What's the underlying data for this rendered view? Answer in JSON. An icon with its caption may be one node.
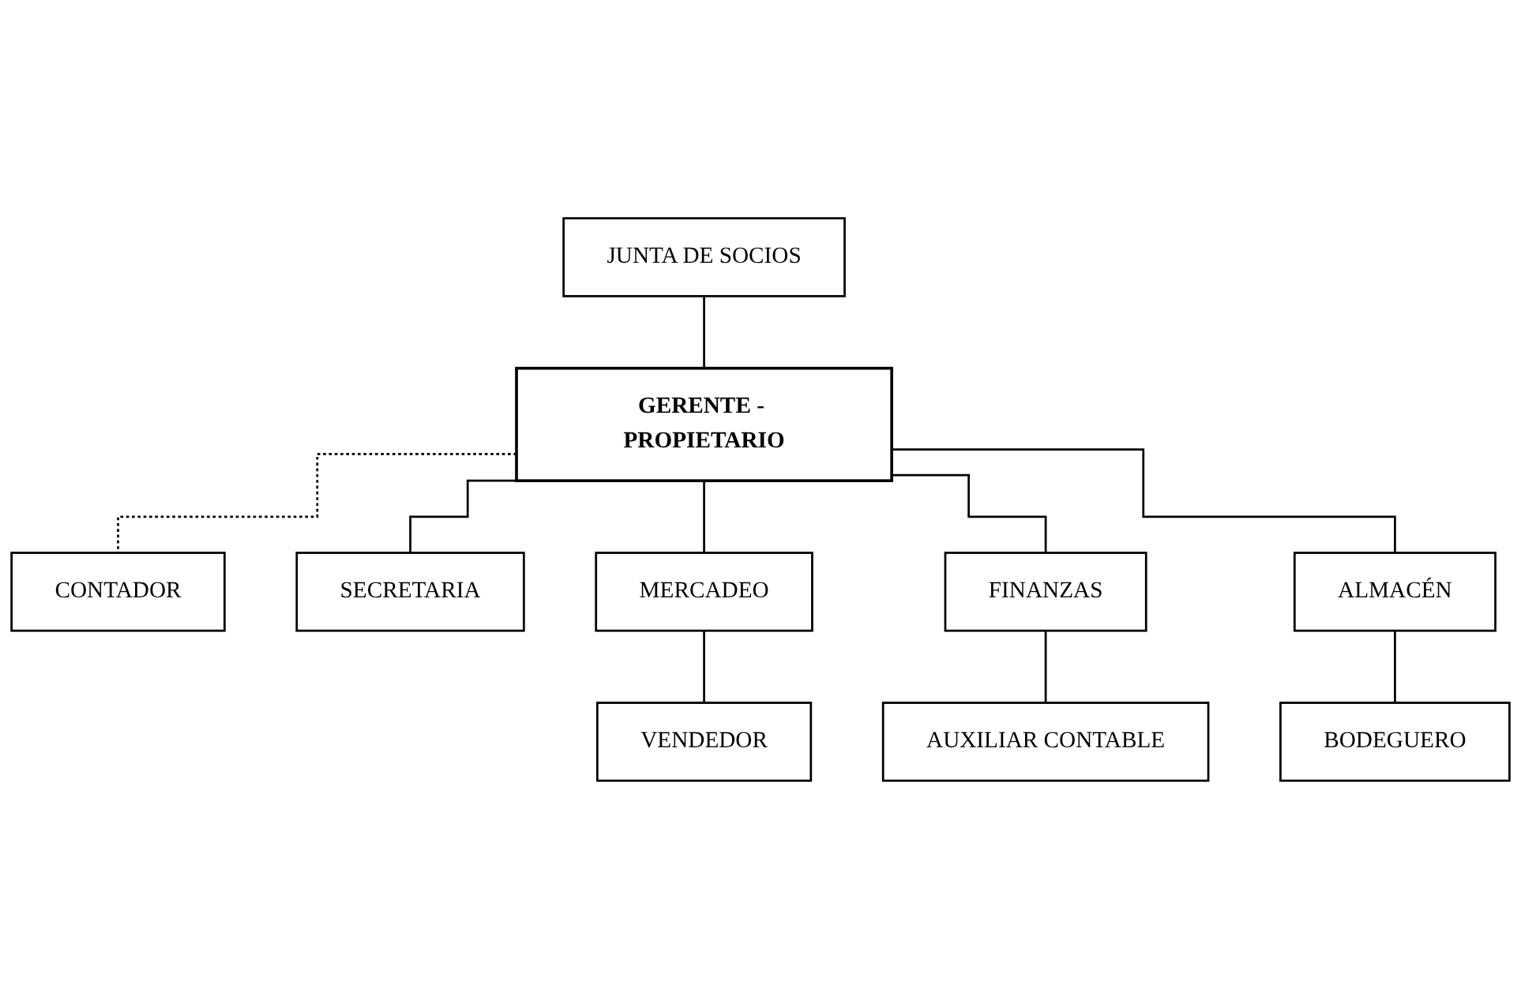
{
  "diagram": {
    "nodes": [
      {
        "text": [
          "JUNTA DE SOCIOS"
        ]
      },
      {
        "text": [
          "GERENTE - PROPIETARIO"
        ]
      },
      {
        "text": [
          "CONTADOR"
        ]
      },
      {
        "text": [
          "SECRETARIA"
        ]
      },
      {
        "text": [
          "MERCADEO"
        ]
      },
      {
        "text": [
          "FINANZAS"
        ]
      },
      {
        "text": [
          "ALMACÉN"
        ]
      },
      {
        "text": [
          "VENDEDOR"
        ]
      },
      {
        "text": [
          "AUXILIAR CONTABLE"
        ]
      },
      {
        "text": [
          "BODEGUERO"
        ]
      }
    ],
    "edges": [
      {
        "from": 0,
        "to": 1,
        "arrow": "none"
      },
      {
        "from": 1,
        "to": 2,
        "arrow": "none",
        "style": "dashed"
      },
      {
        "from": 1,
        "to": 3,
        "arrow": "none"
      },
      {
        "from": 1,
        "to": 4,
        "arrow": "none"
      },
      {
        "from": 1,
        "to": 5,
        "arrow": "none"
      },
      {
        "from": 1,
        "to": 6,
        "arrow": "none"
      },
      {
        "from": 4,
        "to": 7,
        "arrow": "none"
      },
      {
        "from": 5,
        "to": 8,
        "arrow": "none"
      },
      {
        "from": 6,
        "to": 9,
        "arrow": "none"
      }
    ]
  }
}
